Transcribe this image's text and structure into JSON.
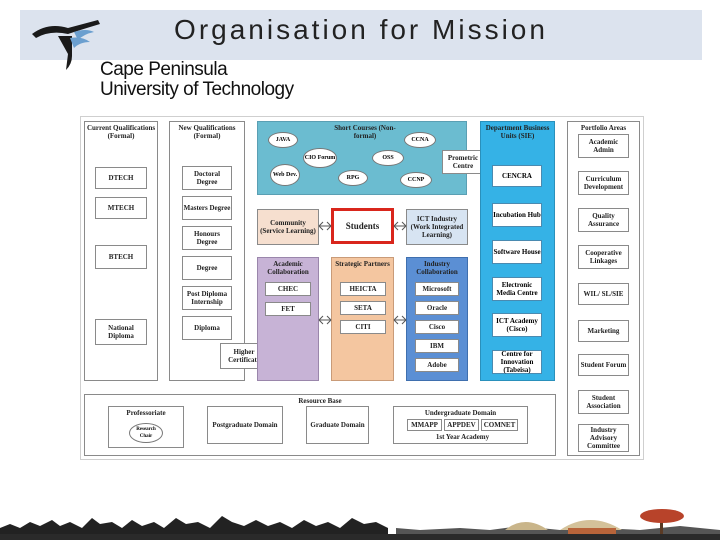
{
  "header": {
    "title": "Organisation for Mission",
    "university_line1": "Cape Peninsula",
    "university_line2": "University of Technology"
  },
  "current_qualifications": {
    "title": "Current Qualifications (Formal)",
    "items": [
      "DTECH",
      "MTECH",
      "BTECH",
      "National Diploma"
    ]
  },
  "new_qualifications": {
    "title": "New Qualifications (Formal)",
    "items": [
      "Doctoral Degree",
      "Masters Degree",
      "Honours Degree",
      "Degree",
      "Post Diploma Internship",
      "Diploma"
    ],
    "higher_certificate": "Higher Certificate"
  },
  "short_courses": {
    "title": "Short Courses (Non-formal)",
    "items": [
      "JAVA",
      "CIO Forum",
      "CCNA",
      "OSS",
      "Web Dev.",
      "RPG",
      "CCNP"
    ],
    "prometric": "Prometric Centre"
  },
  "center": {
    "community": "Community (Service Learning)",
    "students": "Students",
    "ict_industry": "ICT Industry (Work Integrated Learning)"
  },
  "academic_collaboration": {
    "title": "Academic Collaboration",
    "items": [
      "CHEC",
      "FET"
    ]
  },
  "strategic_partners": {
    "title": "Strategic Partners",
    "items": [
      "HEICTA",
      "SETA",
      "CITI"
    ]
  },
  "industry_collaboration": {
    "title": "Industry Collaboration",
    "items": [
      "Microsoft",
      "Oracle",
      "Cisco",
      "IBM",
      "Adobe"
    ]
  },
  "business_units": {
    "title": "Department Business Units (SIE)",
    "items": [
      "CENCRA",
      "Incubation Hub",
      "Software House",
      "Electronic Media Centre",
      "ICT Academy (Cisco)",
      "Centre for Innovation (Tabeisa)"
    ]
  },
  "portfolio": {
    "title": "Portfolio Areas",
    "items": [
      "Academic Admin",
      "Curriculum Development",
      "Quality Assurance",
      "Cooperative Linkages",
      "WIL/ SL/SIE",
      "Marketing",
      "Student Forum",
      "Student Association",
      "Industry Advisory Committee"
    ]
  },
  "resource_base": {
    "title": "Resource Base",
    "professoriate": "Professoriate",
    "research_chair": "Research Chair",
    "postgraduate": "Postgraduate Domain",
    "graduate": "Graduate Domain",
    "undergraduate": "Undergraduate Domain",
    "ug_items": [
      "MMAPP",
      "APPDEV",
      "COMNET"
    ],
    "first_year": "1st Year Academy"
  },
  "colors": {
    "short_courses": "#6bbcd0",
    "academic": "#c7b3d6",
    "strategic": "#f4c6a0",
    "industry": "#5b8fd4",
    "business": "#35b2e6",
    "students_border": "#d9261c",
    "community": "#f6dfcf",
    "ict": "#d7e4f2"
  }
}
